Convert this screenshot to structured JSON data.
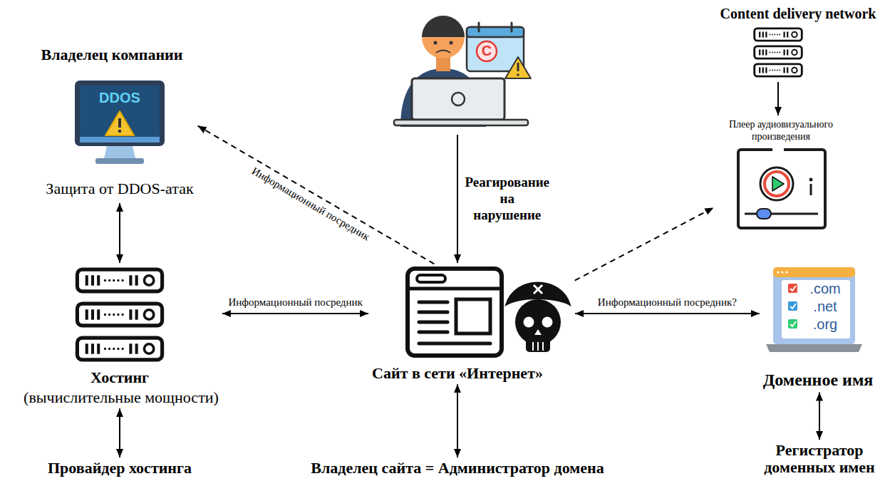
{
  "diagram": {
    "nodes": [
      {
        "text": [
          "Владелец компании",
          "DDOS",
          "Защита от DDOS-атак"
        ]
      },
      {
        "text": [
          "C"
        ]
      },
      {
        "text": [
          "Content delivery network"
        ]
      },
      {
        "text": [
          "Плеер аудиовизуального произведения"
        ]
      },
      {
        "text": [
          "Хостинг",
          "(вычислительные мощности)"
        ]
      },
      {
        "text": [
          "Сайт в сети «Интернет»"
        ]
      },
      {
        "text": [
          ".com",
          ".net",
          ".org",
          "Доменное имя"
        ]
      },
      {
        "text": [
          "Провайдер хостинга"
        ]
      },
      {
        "text": [
          "Владелец сайта = Администратор домена"
        ]
      },
      {
        "text": [
          "Регистратор доменных имен"
        ]
      }
    ],
    "edges": [
      {
        "from": 0,
        "to": 4,
        "arrow": "both"
      },
      {
        "from": 5,
        "to": 0,
        "arrow": "to",
        "label": "Информационный посредник"
      },
      {
        "from": 1,
        "to": 5,
        "arrow": "to",
        "label": "Реагирование на нарушение"
      },
      {
        "from": 2,
        "to": 3,
        "arrow": "to"
      },
      {
        "from": 5,
        "to": 3,
        "arrow": "to"
      },
      {
        "from": 4,
        "to": 5,
        "arrow": "both",
        "label": "Информационный посредник"
      },
      {
        "from": 5,
        "to": 6,
        "arrow": "both",
        "label": "Информационный посредник?"
      },
      {
        "from": 4,
        "to": 7,
        "arrow": "both"
      },
      {
        "from": 5,
        "to": 8,
        "arrow": "both"
      },
      {
        "from": 6,
        "to": 9,
        "arrow": "both"
      }
    ]
  }
}
